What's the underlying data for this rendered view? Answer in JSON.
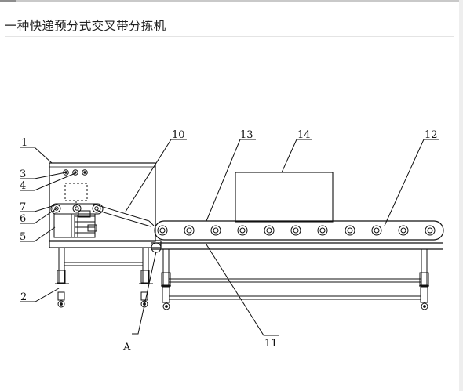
{
  "page": {
    "title": "一种快递预分式交叉带分拣机"
  },
  "figure": {
    "labels": {
      "l1": "1",
      "l2": "2",
      "l3": "3",
      "l4": "4",
      "l5": "5",
      "l6": "6",
      "l7": "7",
      "l10": "10",
      "l11": "11",
      "l12": "12",
      "l13": "13",
      "l14": "14",
      "lA": "A"
    }
  }
}
